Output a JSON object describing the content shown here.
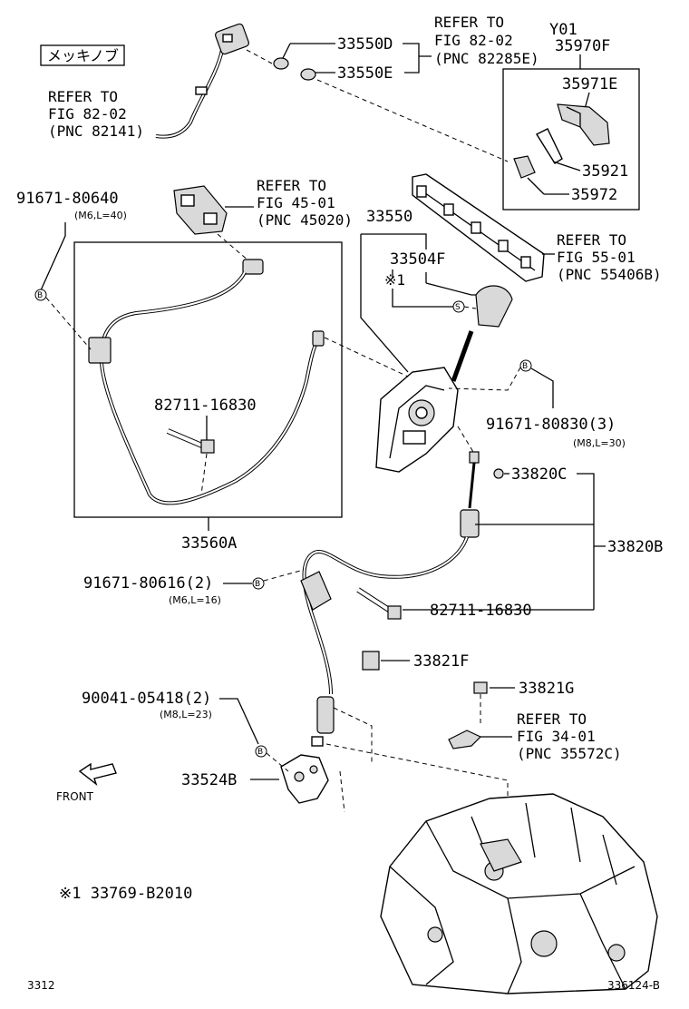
{
  "labels": {
    "plating_knob": "メッキノブ",
    "y01": "Y01",
    "p35970F": "35970F",
    "p35971E": "35971E",
    "p35921": "35921",
    "p35972": "35972",
    "p33550D": "33550D",
    "p33550E": "33550E",
    "ref_82_02_a": [
      "REFER TO",
      "FIG 82-02",
      "(PNC 82285E)"
    ],
    "ref_82_02_b": [
      "REFER TO",
      "FIG 82-02",
      "(PNC 82141)"
    ],
    "ref_45_01": [
      "REFER TO",
      "FIG 45-01",
      "(PNC 45020)"
    ],
    "ref_55_01": [
      "REFER TO",
      "FIG 55-01",
      "(PNC 55406B)"
    ],
    "ref_34_01": [
      "REFER TO",
      "FIG 34-01",
      "(PNC 35572C)"
    ],
    "p91671_80640": "91671-80640",
    "p91671_80640_spec": "(M6,L=40)",
    "p33550": "33550",
    "p33504F": "33504F",
    "note1_mark": "※1",
    "p82711_16830_a": "82711-16830",
    "p91671_80830": "91671-80830(3)",
    "p91671_80830_spec": "(M8,L=30)",
    "p33820C": "33820C",
    "p33560A": "33560A",
    "p33820B": "33820B",
    "p91671_80616": "91671-80616(2)",
    "p91671_80616_spec": "(M6,L=16)",
    "p82711_16830_b": "82711-16830",
    "p33821F": "33821F",
    "p90041_05418": "90041-05418(2)",
    "p90041_05418_spec": "(M8,L=23)",
    "p33821G": "33821G",
    "p33524B": "33524B",
    "front": "FRONT",
    "note1_text": "※1  33769-B2010",
    "page_code": "3312",
    "drawing_code": "336124-B",
    "circle_b": "B",
    "circle_s": "S"
  }
}
